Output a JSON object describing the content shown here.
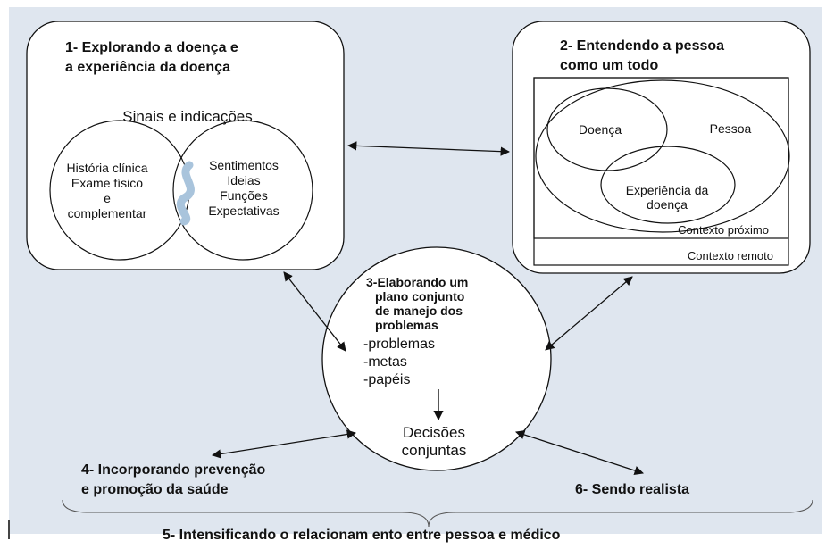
{
  "box1": {
    "title_line1": "1- Explorando a doença e",
    "title_line2": "a experiência da doença",
    "signs_label": "Sinais e indicações",
    "left_circle": [
      "História clínica",
      "Exame físico",
      "e",
      "complementar"
    ],
    "right_circle": [
      "Sentimentos",
      "Ideias",
      "Funções",
      "Expectativas"
    ]
  },
  "box2": {
    "title_line1": "2- Entendendo a pessoa",
    "title_line2": "como um todo",
    "disease": "Doença",
    "person": "Pessoa",
    "experience_line1": "Experiência da",
    "experience_line2": "doença",
    "near_context": "Contexto próximo",
    "remote_context": "Contexto remoto"
  },
  "center": {
    "title_lines": [
      "3-Elaborando um",
      "plano conjunto",
      "de manejo dos",
      "problemas"
    ],
    "items": [
      "-problemas",
      "-metas",
      "-papéis"
    ],
    "decisions_line1": "Decisões",
    "decisions_line2": "conjuntas"
  },
  "step4": {
    "line1": "4- Incorporando prevenção",
    "line2": "e promoção da saúde"
  },
  "step6": {
    "label": "6- Sendo realista"
  },
  "step5": {
    "label": "5- Intensificando o relacionam ento entre pessoa e médico"
  },
  "colors": {
    "background": "#dfe6ef",
    "box_fill": "#ffffff",
    "stroke": "#111111",
    "s_shape": "#a9c4dc"
  }
}
